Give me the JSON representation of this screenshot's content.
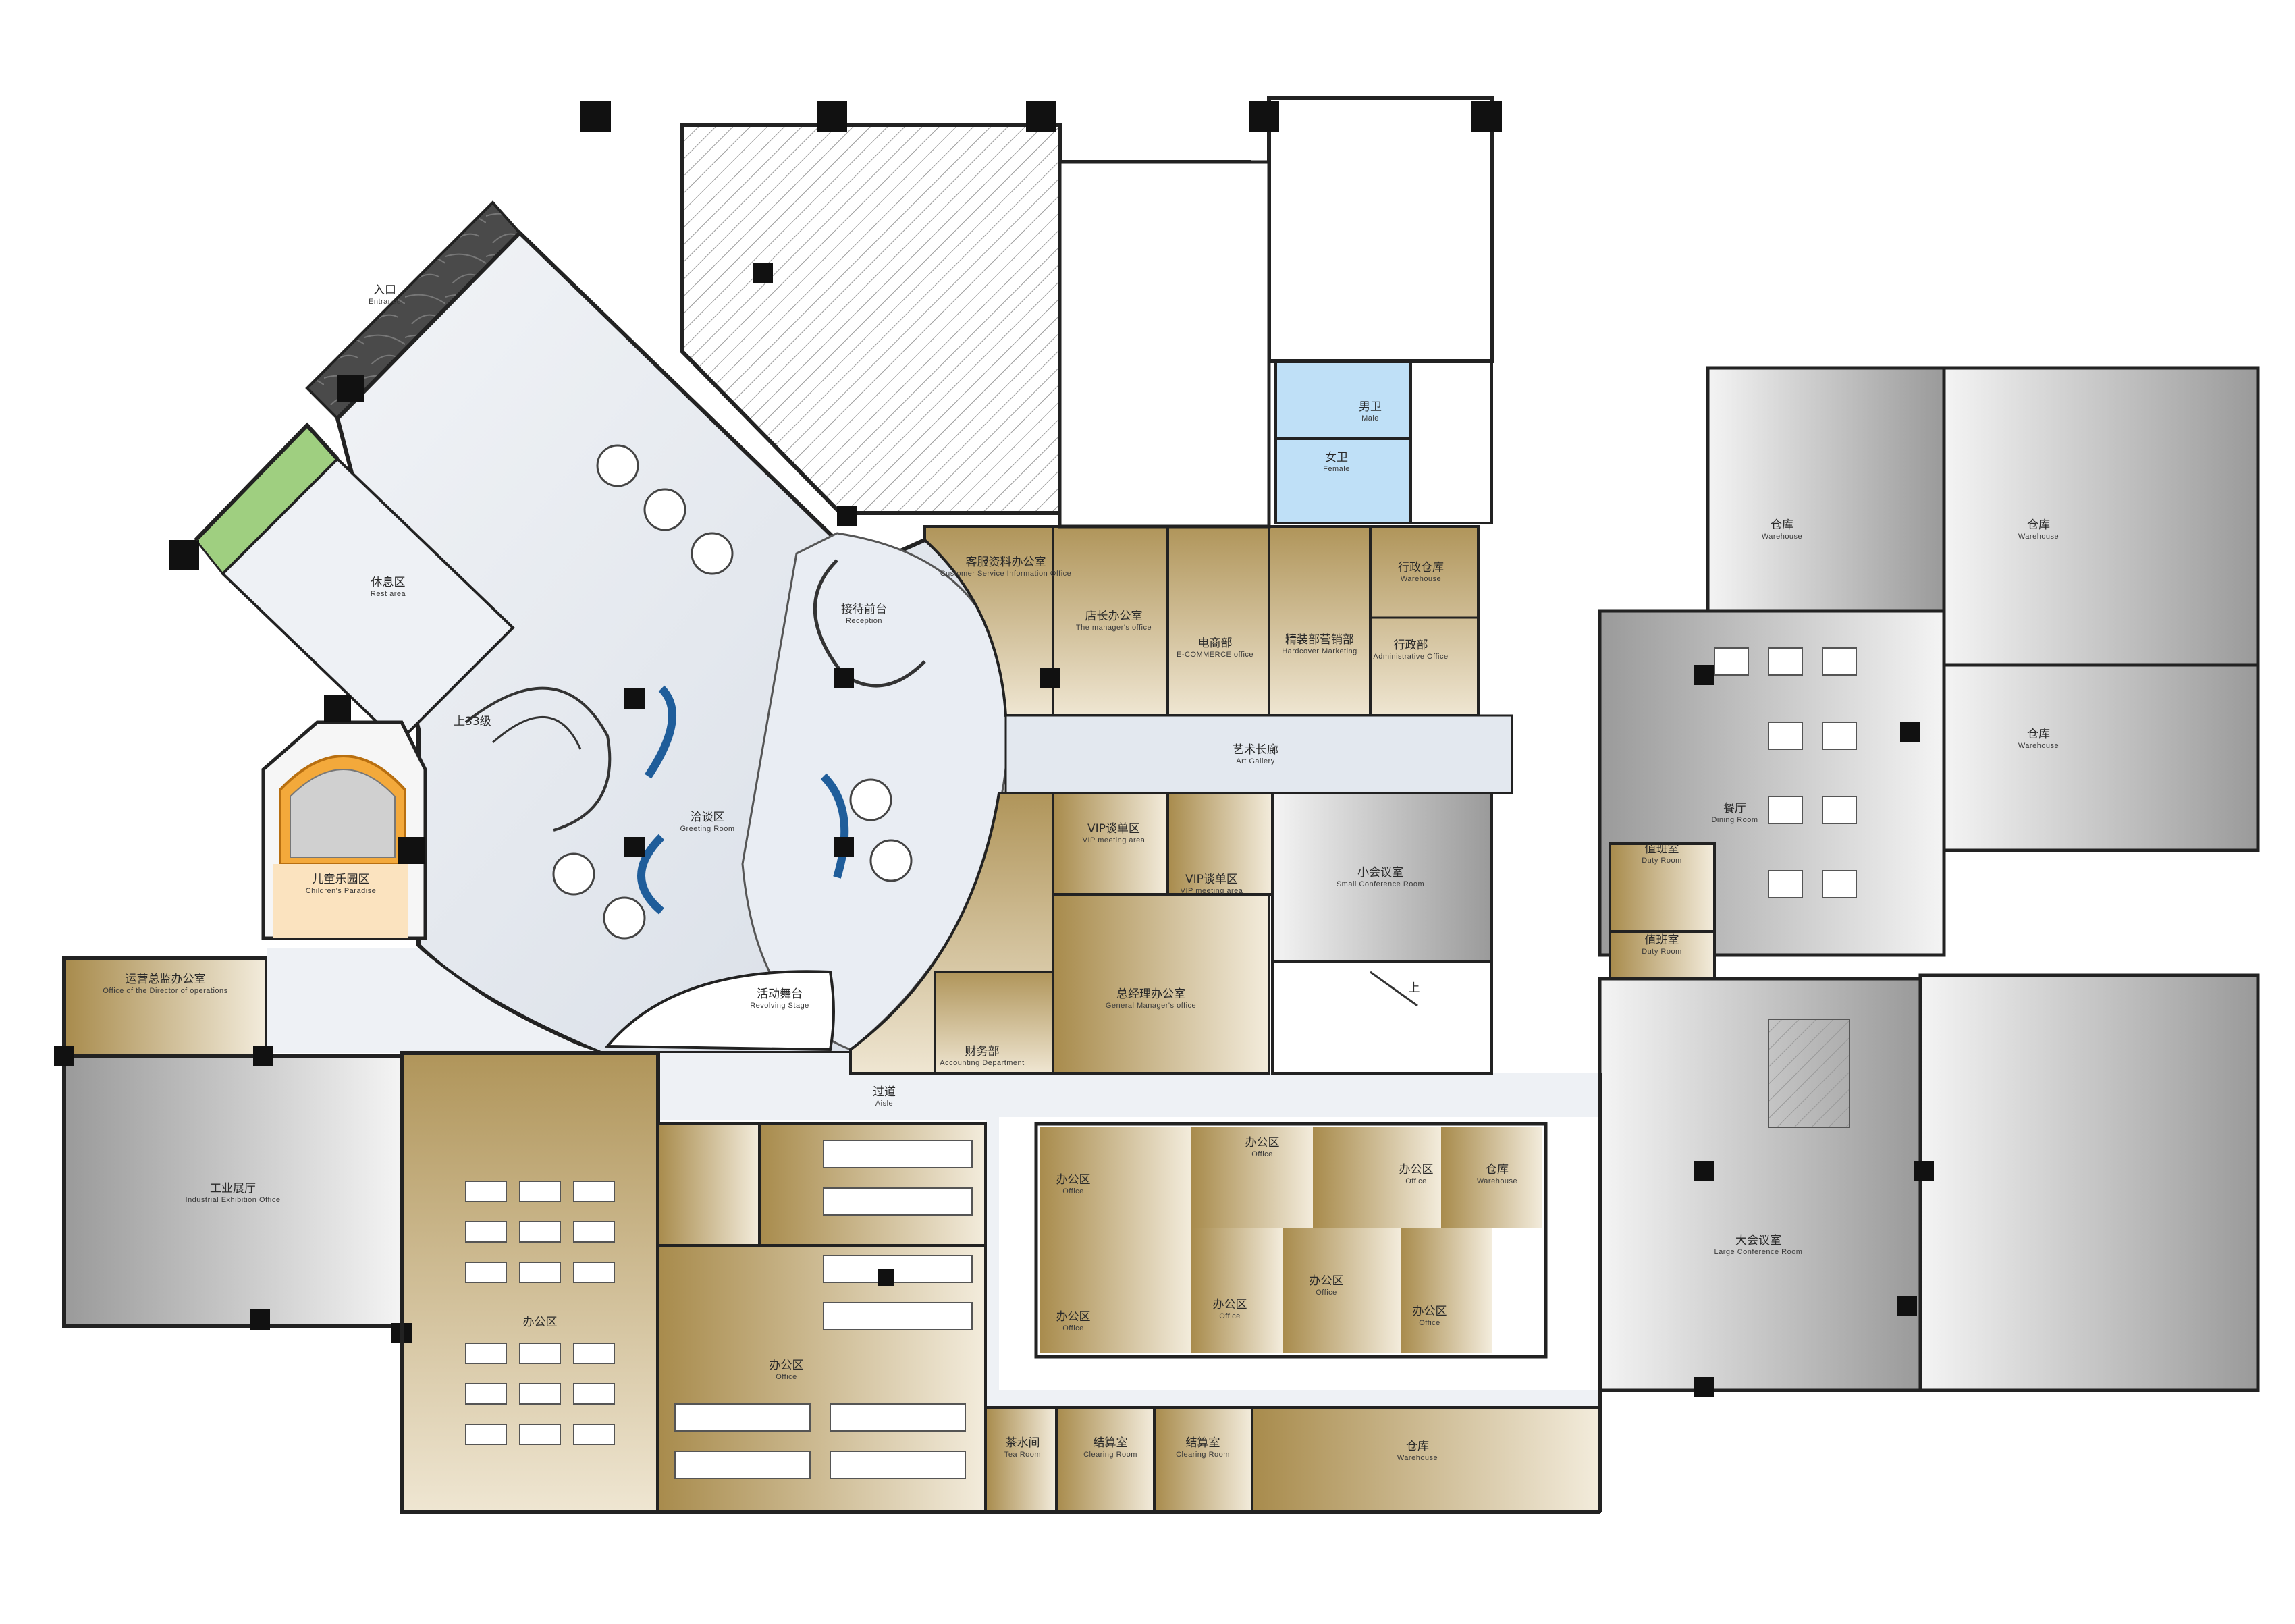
{
  "rooms": [
    {
      "id": "entrance",
      "cn": "入口",
      "en": "Entrance"
    },
    {
      "id": "rest",
      "cn": "休息区",
      "en": "Rest area"
    },
    {
      "id": "reception",
      "cn": "接待前台",
      "en": "Reception"
    },
    {
      "id": "stair",
      "cn": "上33级",
      "en": ""
    },
    {
      "id": "greeting",
      "cn": "洽谈区",
      "en": "Greeting Room"
    },
    {
      "id": "children",
      "cn": "儿童乐园区",
      "en": "Children's Paradise"
    },
    {
      "id": "stage",
      "cn": "活动舞台",
      "en": "Revolving Stage"
    },
    {
      "id": "ops",
      "cn": "运营总监办公室",
      "en": "Office of the Director of operations"
    },
    {
      "id": "exhibit",
      "cn": "工业展厅",
      "en": "Industrial Exhibition Office"
    },
    {
      "id": "aisle",
      "cn": "过道",
      "en": "Aisle"
    },
    {
      "id": "cs",
      "cn": "客服资料办公室",
      "en": "Customer Service Information Office"
    },
    {
      "id": "manager",
      "cn": "店长办公室",
      "en": "The manager's office"
    },
    {
      "id": "ecom",
      "cn": "电商部",
      "en": "E-COMMERCE office"
    },
    {
      "id": "hardcover",
      "cn": "精装部营销部",
      "en": "Hardcover Marketing"
    },
    {
      "id": "adminware",
      "cn": "行政仓库",
      "en": "Warehouse"
    },
    {
      "id": "admin",
      "cn": "行政部",
      "en": "Administrative Office"
    },
    {
      "id": "gallery",
      "cn": "艺术长廊",
      "en": "Art Gallery"
    },
    {
      "id": "vip1",
      "cn": "VIP谈单区",
      "en": "VIP meeting area"
    },
    {
      "id": "vip2",
      "cn": "VIP谈单区",
      "en": "VIP meeting area"
    },
    {
      "id": "smallconf",
      "cn": "小会议室",
      "en": "Small Conference Room"
    },
    {
      "id": "gm",
      "cn": "总经理办公室",
      "en": "General Manager's office"
    },
    {
      "id": "finance",
      "cn": "财务部",
      "en": "Accounting Department"
    },
    {
      "id": "male",
      "cn": "男卫",
      "en": "Male"
    },
    {
      "id": "female",
      "cn": "女卫",
      "en": "Female"
    },
    {
      "id": "wh1",
      "cn": "仓库",
      "en": "Warehouse"
    },
    {
      "id": "wh2",
      "cn": "仓库",
      "en": "Warehouse"
    },
    {
      "id": "wh3",
      "cn": "仓库",
      "en": "Warehouse"
    },
    {
      "id": "dining",
      "cn": "餐厅",
      "en": "Dining Room"
    },
    {
      "id": "duty1",
      "cn": "值班室",
      "en": "Duty Room"
    },
    {
      "id": "duty2",
      "cn": "值班室",
      "en": "Duty Room"
    },
    {
      "id": "largeconf",
      "cn": "大会议室",
      "en": "Large Conference Room"
    },
    {
      "id": "office_big1",
      "cn": "办公区",
      "en": ""
    },
    {
      "id": "office_big2",
      "cn": "办公区",
      "en": "Office"
    },
    {
      "id": "office_a",
      "cn": "办公区",
      "en": "Office"
    },
    {
      "id": "office_b",
      "cn": "办公区",
      "en": "Office"
    },
    {
      "id": "office_c",
      "cn": "办公区",
      "en": "Office"
    },
    {
      "id": "wh_small",
      "cn": "仓库",
      "en": "Warehouse"
    },
    {
      "id": "office_d",
      "cn": "办公区",
      "en": "Office"
    },
    {
      "id": "office_e",
      "cn": "办公区",
      "en": "Office"
    },
    {
      "id": "office_f",
      "cn": "办公区",
      "en": "Office"
    },
    {
      "id": "office_g",
      "cn": "办公区",
      "en": "Office"
    },
    {
      "id": "tea",
      "cn": "茶水间",
      "en": "Tea Room"
    },
    {
      "id": "clear1",
      "cn": "结算室",
      "en": "Clearing Room"
    },
    {
      "id": "clear2",
      "cn": "结算室",
      "en": "Clearing Room"
    },
    {
      "id": "wh_bottom",
      "cn": "仓库",
      "en": "Warehouse"
    },
    {
      "id": "up",
      "cn": "上",
      "en": ""
    }
  ],
  "colors": {
    "gold": "#b59a5e",
    "gold_light": "#e8dcc0",
    "grey": "#c8c8c8",
    "lobby": "#e6eaf0",
    "blue": "#bfe0f7",
    "green": "#8fc46a",
    "orange": "#f3a93b"
  }
}
